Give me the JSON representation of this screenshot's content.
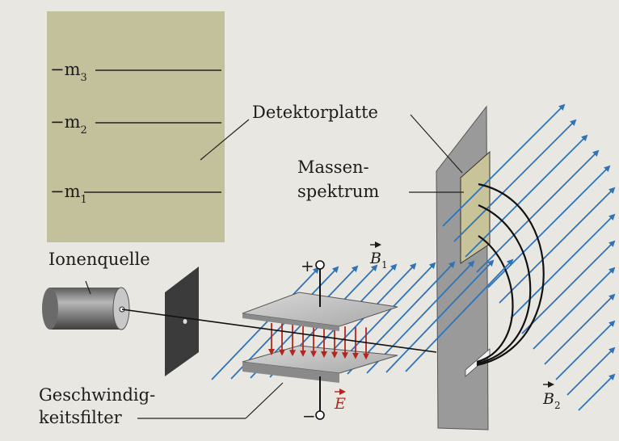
{
  "labels": {
    "detector": "Detektorplatte",
    "mass_spectrum_line1": "Massen-",
    "mass_spectrum_line2": "spektrum",
    "ion_source": "Ionenquelle",
    "velocity_filter_line1": "Geschwindig-",
    "velocity_filter_line2": "keitsfilter",
    "plus": "+",
    "minus": "−",
    "E_symbol": "E",
    "B1_symbol": "B",
    "B1_index": "1",
    "B2_symbol": "B",
    "B2_index": "2"
  },
  "inset": {
    "lines": [
      {
        "prefix": "−m",
        "index": "3"
      },
      {
        "prefix": "−m",
        "index": "2"
      },
      {
        "prefix": "−m",
        "index": "1"
      }
    ]
  },
  "colors": {
    "field_lines": "#2f73b8",
    "electric_field": "#b3261e",
    "plate_gray": "#9a9a9a",
    "inset_bg": "#c3c09c"
  }
}
